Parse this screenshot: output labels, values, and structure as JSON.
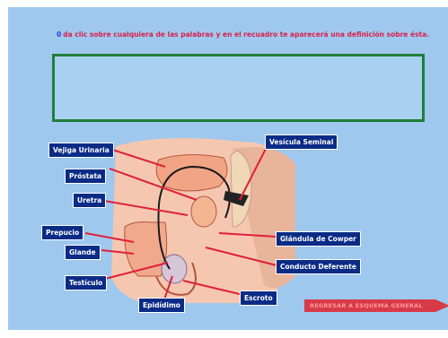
{
  "instruction": {
    "number": "0",
    "text": "da clic sobre cualquiera de las palabras y en el recuadro te aparecerá una definición sobre ésta."
  },
  "definition_box": {
    "text": ""
  },
  "labels": {
    "vejiga": "Vejiga Urinaria",
    "prostata": "Próstata",
    "uretra": "Uretra",
    "prepucio": "Prepucio",
    "glande": "Glande",
    "testiculo": "Testículo",
    "epididimo": "Epidídimo",
    "escroto": "Escroto",
    "vesicula": "Vesícula Seminal",
    "cowper": "Glándula de Cowper",
    "deferente": "Conducto Deferente"
  },
  "back_button": {
    "label": "REGRESAR A ESQUEMA GENERAL"
  },
  "colors": {
    "background": "#9fc8ee",
    "label_bg": "#0a2b86",
    "line": "#e0203a",
    "box_border": "#1f7f3a",
    "button": "#d83a4a"
  },
  "icons": [
    "anatomy-illustration",
    "arrow-button"
  ]
}
